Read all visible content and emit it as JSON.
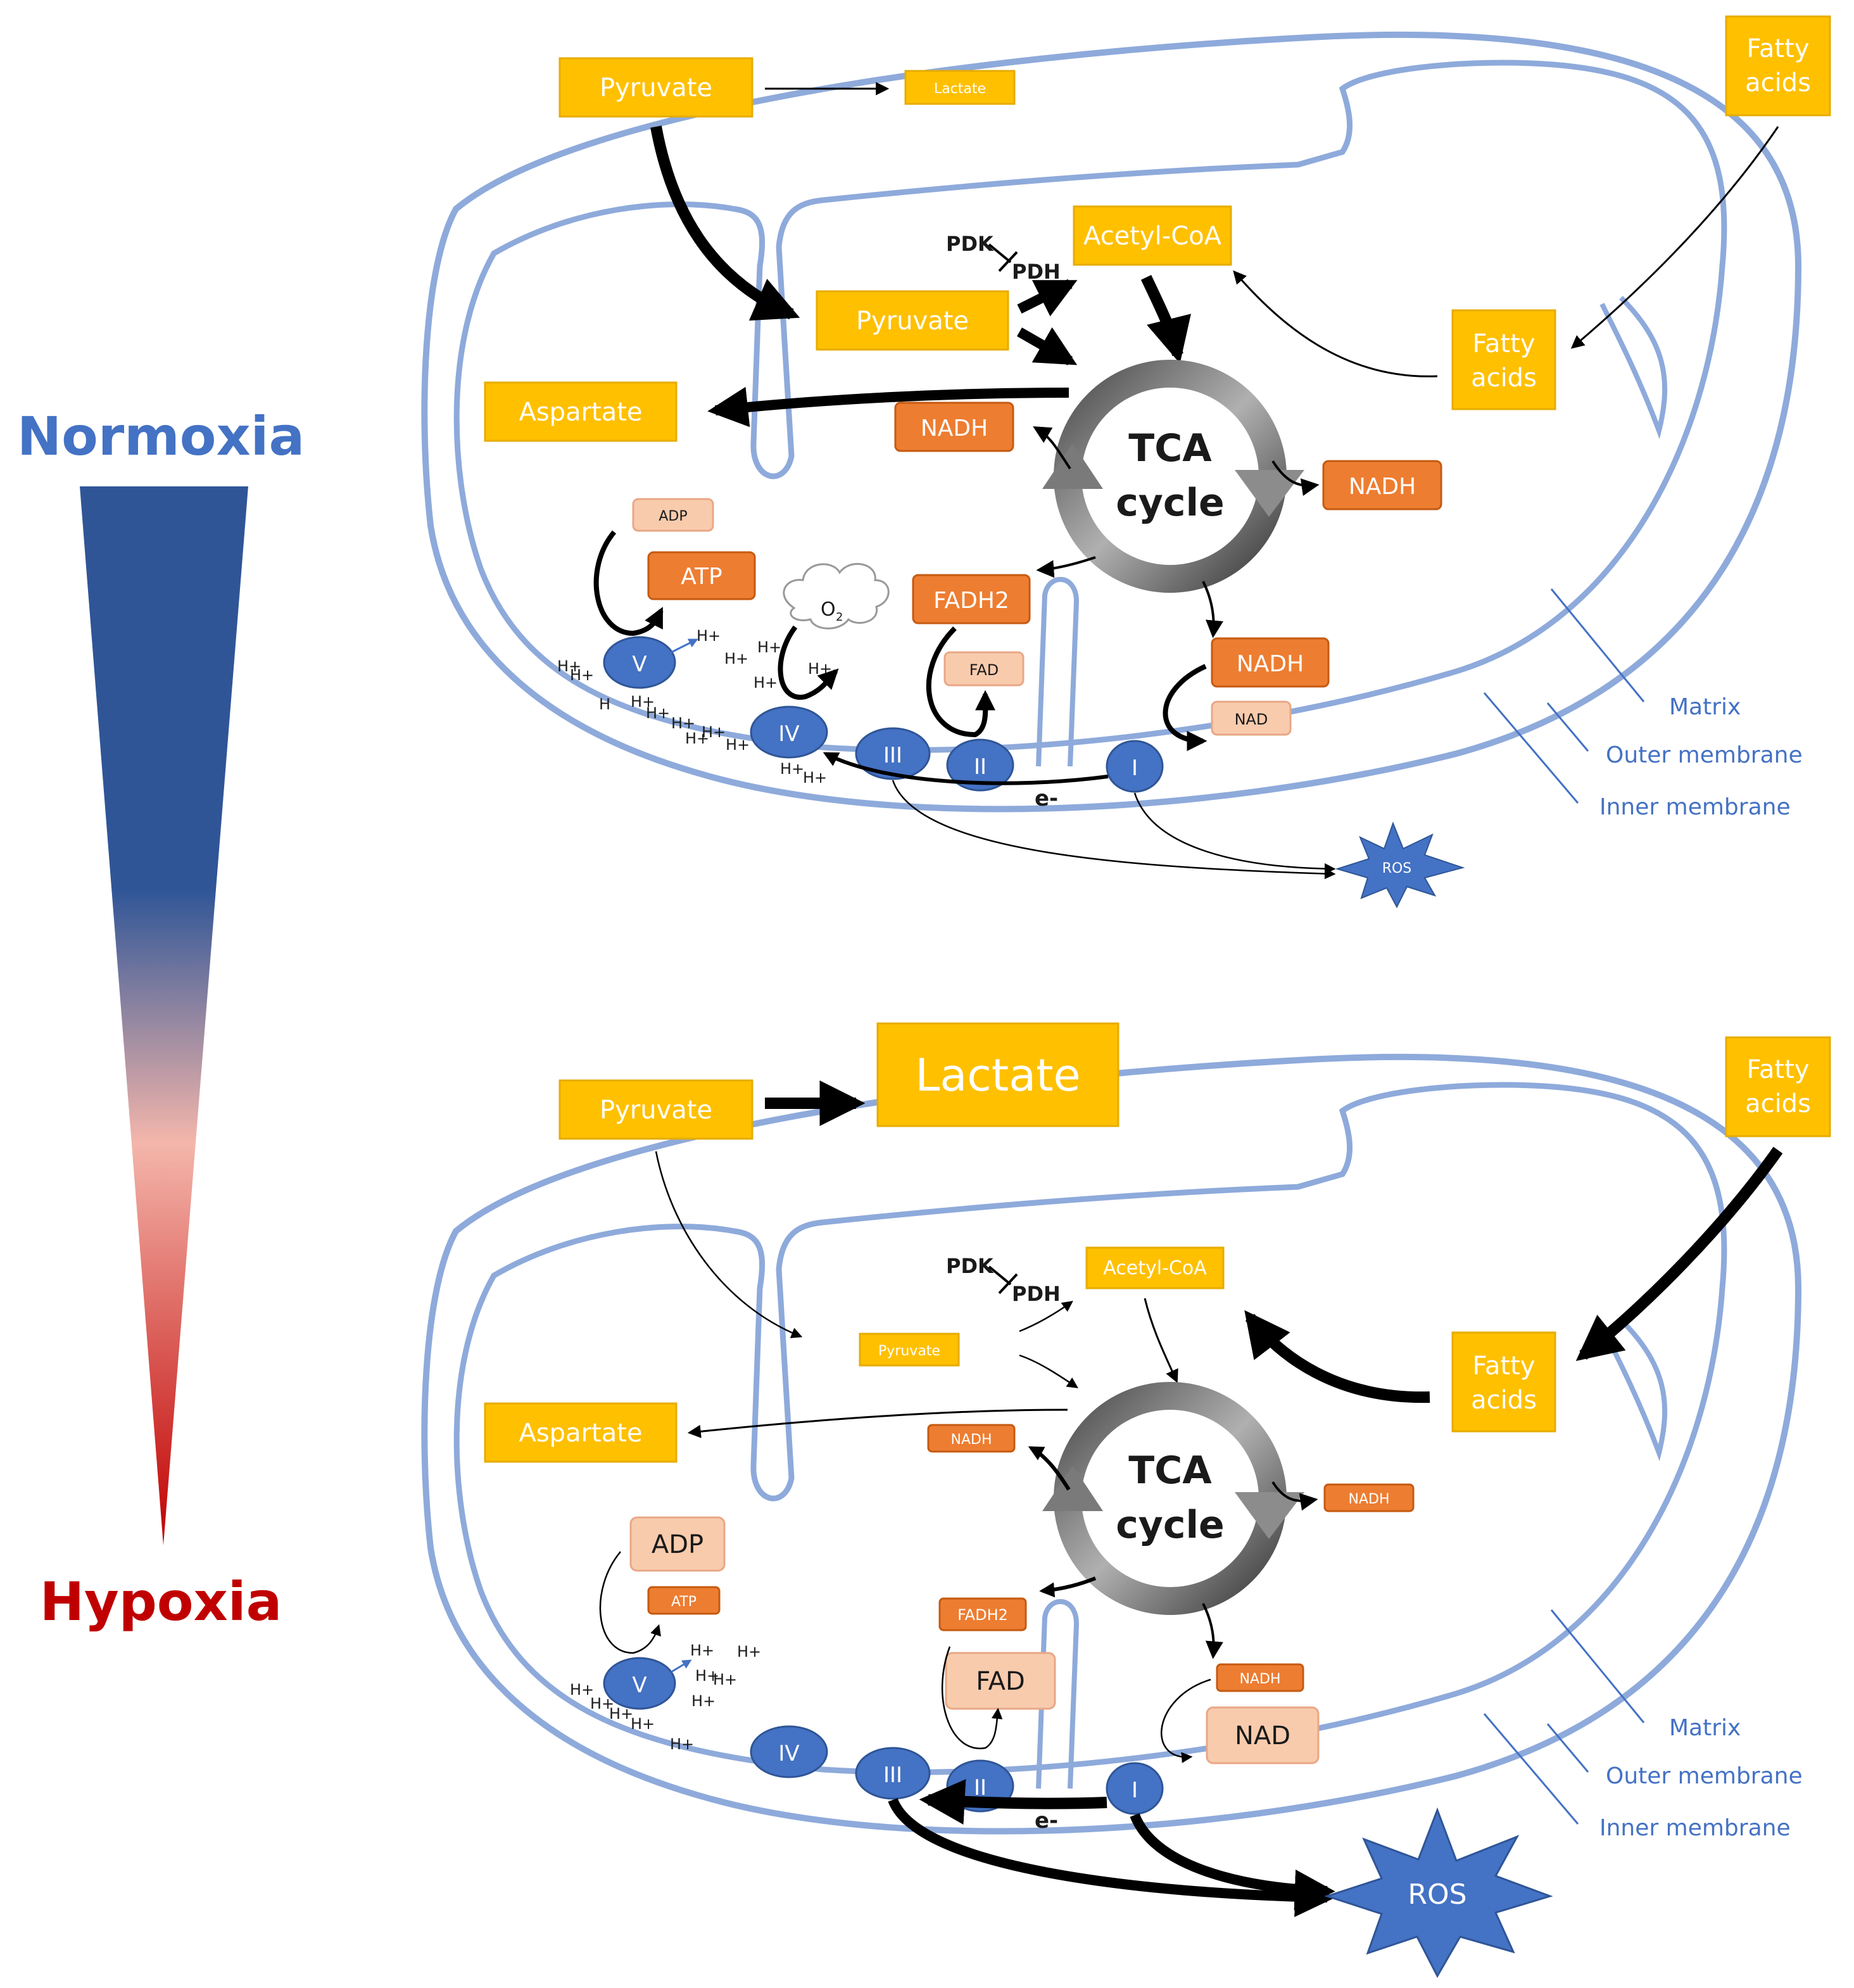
{
  "legend": {
    "top_label": "Normoxia",
    "bottom_label": "Hypoxia",
    "top_color": "#2f5597",
    "bottom_color": "#c00000"
  },
  "colors": {
    "membrane": "#8eaadb",
    "metabolite": "#ffc000",
    "nadh": "#ed7d31",
    "light": "#f8cbad",
    "complex": "#4472c4",
    "arrow": "#000000",
    "tca": "#808080"
  },
  "normoxia": {
    "pyruvate_out": "Pyruvate",
    "lactate": "Lactate",
    "fatty_acids_out": "Fatty acids",
    "pyruvate_in": "Pyruvate",
    "acetyl_coa": "Acetyl-CoA",
    "pdk": "PDK",
    "pdh": "PDH",
    "fatty_acids_in": "Fatty acids",
    "aspartate": "Aspartate",
    "tca": "TCA cycle",
    "nadh_left": "NADH",
    "nadh_right": "NADH",
    "nadh_bottom": "NADH",
    "nad": "NAD",
    "fadh2": "FADH2",
    "fad": "FAD",
    "adp": "ADP",
    "atp": "ATP",
    "o2": "O2",
    "complex_v": "V",
    "complex_iv": "IV",
    "complex_iii": "III",
    "complex_ii": "II",
    "complex_i": "I",
    "electron": "e-",
    "ros": "ROS",
    "proton": "H+",
    "matrix": "Matrix",
    "outer_membrane": "Outer membrane",
    "inner_membrane": "Inner membrane"
  },
  "hypoxia": {
    "pyruvate_out": "Pyruvate",
    "lactate": "Lactate",
    "fatty_acids_out": "Fatty acids",
    "pyruvate_in": "Pyruvate",
    "acetyl_coa": "Acetyl-CoA",
    "pdk": "PDK",
    "pdh": "PDH",
    "fatty_acids_in": "Fatty acids",
    "aspartate": "Aspartate",
    "tca": "TCA cycle",
    "nadh_left": "NADH",
    "nadh_right": "NADH",
    "nadh_bottom": "NADH",
    "nad": "NAD",
    "fadh2": "FADH2",
    "fad": "FAD",
    "adp": "ADP",
    "atp": "ATP",
    "complex_v": "V",
    "complex_iv": "IV",
    "complex_iii": "III",
    "complex_ii": "II",
    "complex_i": "I",
    "electron": "e-",
    "ros": "ROS",
    "proton": "H+",
    "matrix": "Matrix",
    "outer_membrane": "Outer membrane",
    "inner_membrane": "Inner membrane"
  }
}
